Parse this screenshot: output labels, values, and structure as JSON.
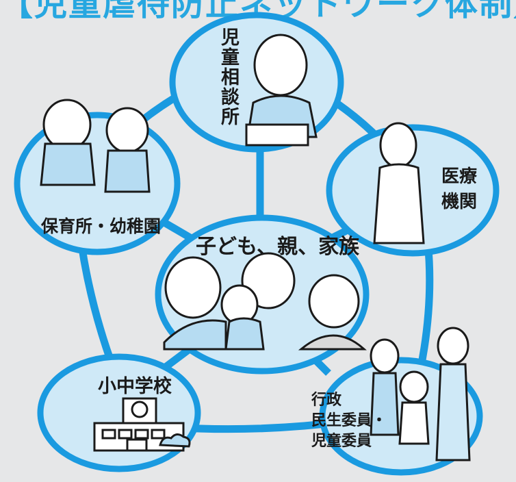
{
  "title": "【児童虐待防止ネットワーク体制】",
  "nodes": {
    "center": "子ども、親、家族",
    "jidou_soudanjo": "児童相談所",
    "iryou_line1": "医療",
    "iryou_line2": "機関",
    "hoikusho": "保育所・幼稚園",
    "shouchuu": "小中学校",
    "gyousei_line1": "行政",
    "gyousei_line2": "民生委員・",
    "gyousei_line3": "児童委員"
  },
  "colors": {
    "accent": "#1a9ae0",
    "fill": "#cfe9f7",
    "background": "#e6e7e8"
  }
}
